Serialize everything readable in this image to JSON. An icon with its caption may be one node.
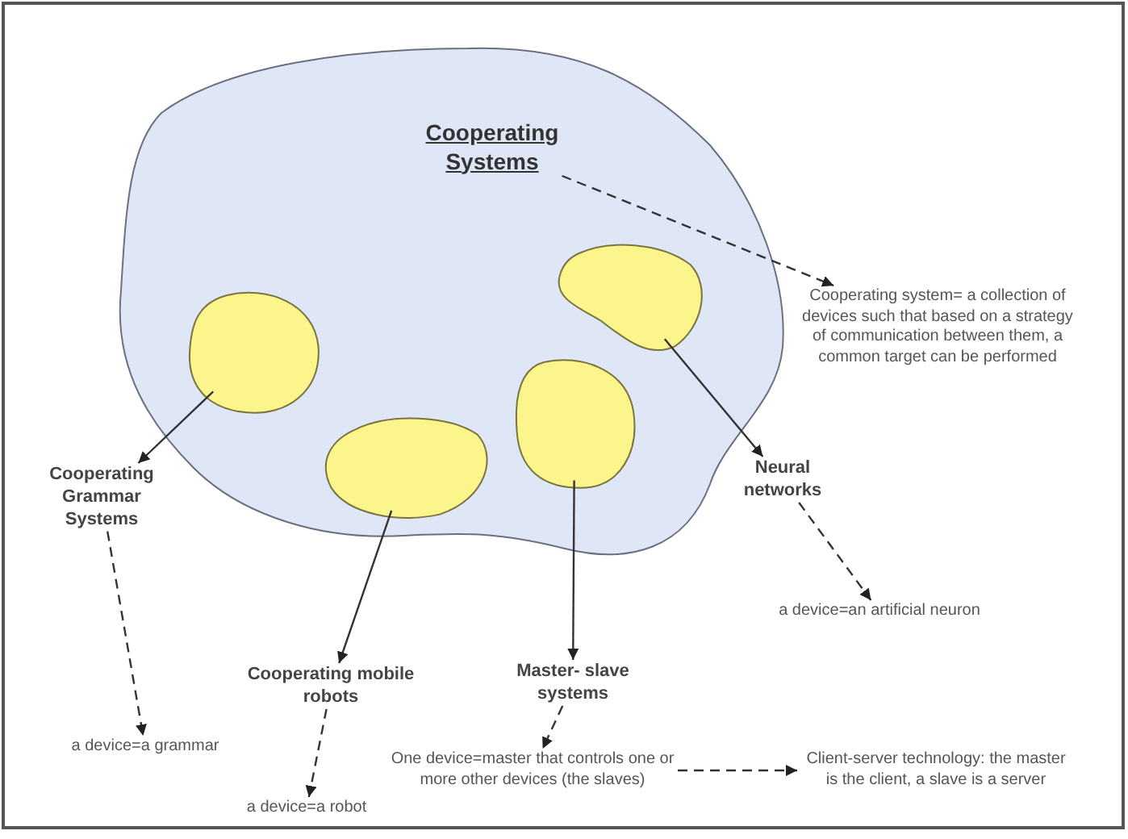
{
  "diagram": {
    "nodes": [
      {
        "text": [],
        "shape": "cloud"
      },
      {
        "text": [
          "Cooperating Systems"
        ],
        "in": 0
      },
      {
        "text": [],
        "shape": "circle",
        "in": 0
      },
      {
        "text": [],
        "shape": "circle",
        "in": 0
      },
      {
        "text": [],
        "shape": "circle",
        "in": 0
      },
      {
        "text": [],
        "shape": "circle",
        "in": 0
      },
      {
        "text": [
          "Cooperating system= a collection of devices such that based on a strategy of communication between them, a common target can be performed"
        ]
      },
      {
        "text": [
          "Cooperating Grammar Systems"
        ]
      },
      {
        "text": [
          "a device=a grammar"
        ]
      },
      {
        "text": [
          "Cooperating mobile robots"
        ]
      },
      {
        "text": [
          "a device=a robot"
        ]
      },
      {
        "text": [
          "Master- slave systems"
        ]
      },
      {
        "text": [
          "One device=master that controls one or more other devices (the slaves)"
        ]
      },
      {
        "text": [
          "Client-server technology: the master is the client, a slave is a server"
        ]
      },
      {
        "text": [
          "Neural networks"
        ]
      },
      {
        "text": [
          "a device=an artificial neuron"
        ]
      }
    ],
    "edges": [
      {
        "from": 1,
        "to": 6,
        "arrow": "to",
        "style": "dashed"
      },
      {
        "from": 2,
        "to": 7,
        "arrow": "to"
      },
      {
        "from": 3,
        "to": 9,
        "arrow": "to"
      },
      {
        "from": 4,
        "to": 11,
        "arrow": "to"
      },
      {
        "from": 5,
        "to": 14,
        "arrow": "to"
      },
      {
        "from": 7,
        "to": 8,
        "arrow": "to",
        "style": "dashed"
      },
      {
        "from": 9,
        "to": 10,
        "arrow": "to",
        "style": "dashed"
      },
      {
        "from": 11,
        "to": 12,
        "arrow": "to",
        "style": "dashed"
      },
      {
        "from": 12,
        "to": 13,
        "arrow": "to",
        "style": "dashed"
      },
      {
        "from": 14,
        "to": 15,
        "arrow": "to",
        "style": "dashed"
      }
    ]
  }
}
